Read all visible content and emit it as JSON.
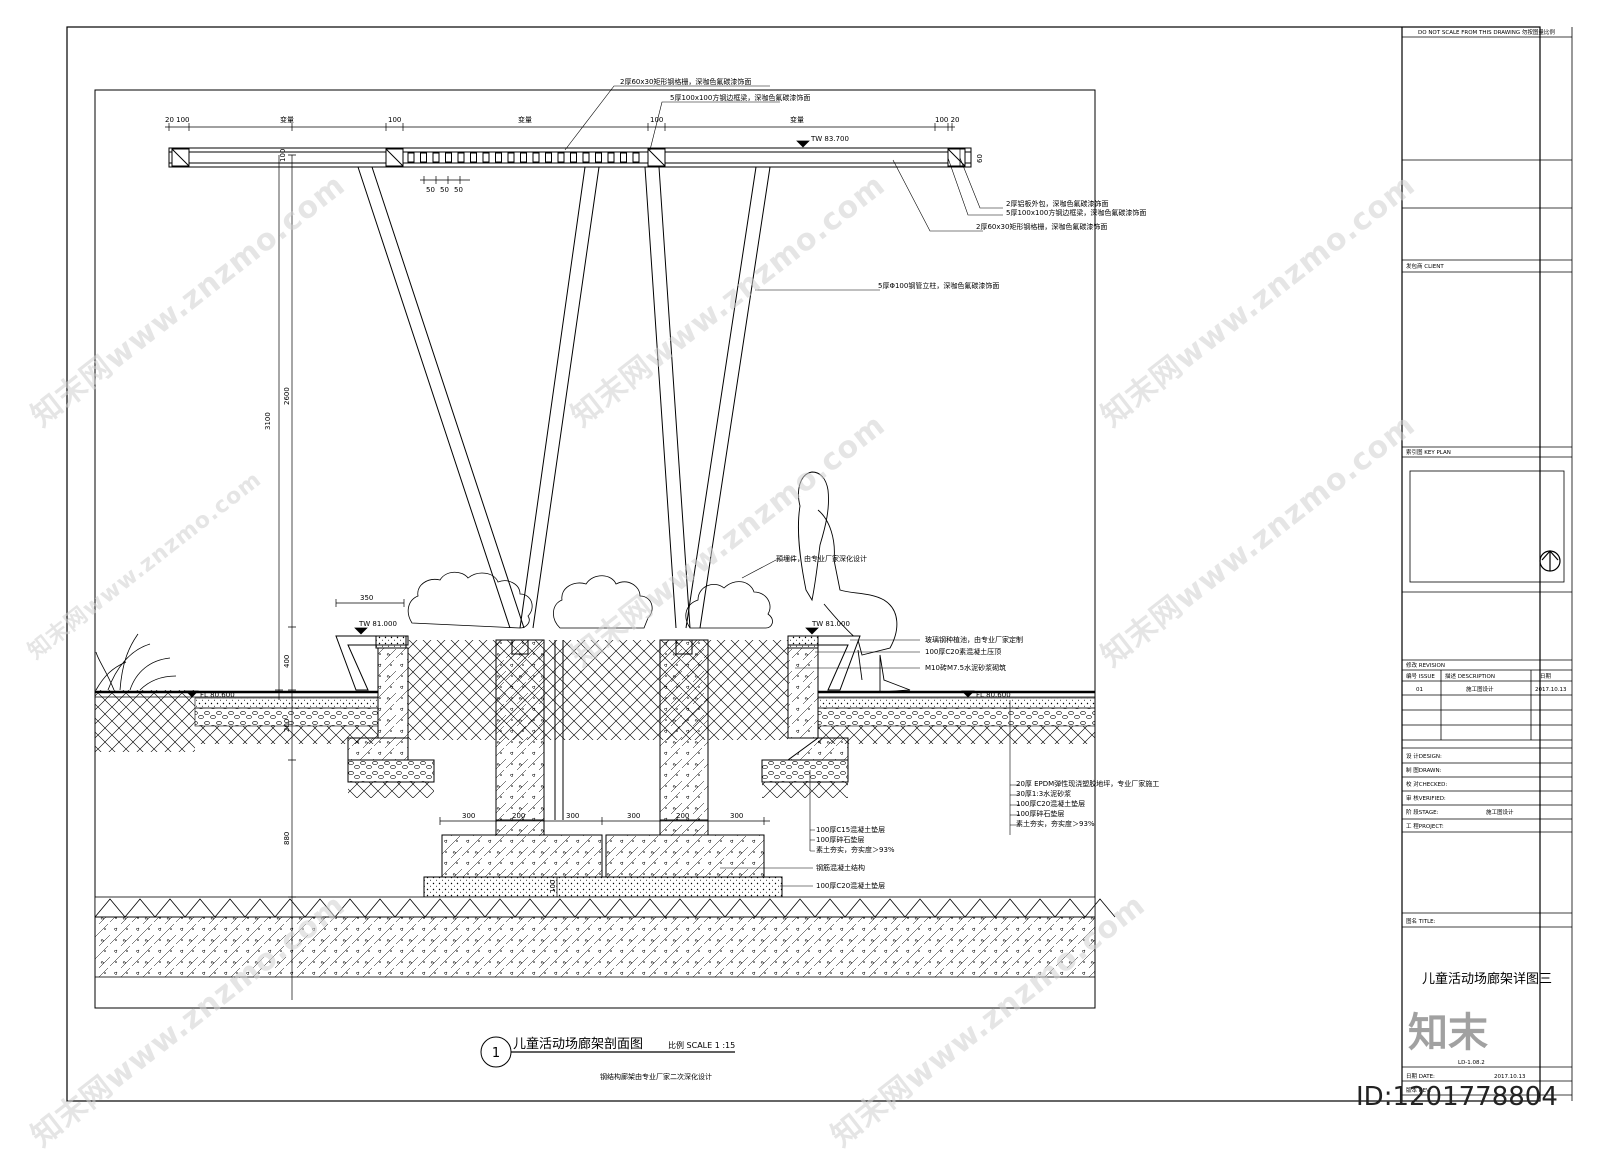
{
  "title_block": {
    "note": "DO NOT SCALE FROM THIS DRAWING 勿按图量比例",
    "client_label": "发包商 CLIENT",
    "key_plan_label": "索引图 KEY PLAN",
    "revision_label": "修改 REVISION",
    "rev_no_label": "编号 ISSUE",
    "description_label": "描述 DESCRIPTION",
    "date_label": "日期",
    "rev_no": "01",
    "rev_desc": "施工图设计",
    "rev_date": "2017.10.13",
    "design_label": "设 计DESIGN:",
    "drawn_label": "制 图DRAWN:",
    "checked_label": "校 对CHECKED:",
    "verified_label": "审 核VERIFIED:",
    "stage_label": "阶 段STAGE:",
    "stage_value": "施工图设计",
    "project_label": "工 程PROJECT:",
    "drawing_title_label": "图名 TITLE:",
    "drawing_title": "儿童活动场廊架详图三",
    "drawing_no": "LD-1.08.2",
    "date_row_label": "日期 DATE:",
    "date_row_value": "2017.10.13",
    "revision_row_label": "版本 REV:"
  },
  "section": {
    "number": "1",
    "title": "儿童活动场廊架剖面图",
    "scale": "比例 SCALE 1 :15",
    "subnote": "钢结构廊架由专业厂家二次深化设计"
  },
  "dims": {
    "d_20_100_left": "20 100",
    "d_bianliang_1": "变量",
    "d_100_a": "100",
    "d_bianliang_2": "变量",
    "d_100_b": "100",
    "d_bianliang_3": "变量",
    "d_100_20_right": "100 20",
    "d_100_v": "100",
    "d_60_v": "60",
    "d_50_a": "50",
    "d_50_b": "50",
    "d_50_c": "50",
    "d_3100": "3100",
    "d_2600": "2600",
    "d_400": "400",
    "d_200": "200",
    "d_880": "880",
    "d_350": "350",
    "d_300_a": "300",
    "d_200_a": "200",
    "d_300_b": "300",
    "d_300_c": "300",
    "d_200_b": "200",
    "d_300_d": "300",
    "d_100_bottom": "100"
  },
  "levels": {
    "tw_top": "TW 83.700",
    "tw_left": "TW 81.000",
    "tw_right": "TW 81.000",
    "fl_left": "FL 80.600",
    "fl_right": "FL 80.600"
  },
  "callouts": {
    "c1": "2厚60x30矩形钢格栅，深咖色氟碳漆饰面",
    "c2": "5厚100x100方钢边框梁，深咖色氟碳漆饰面",
    "c3": "2厚铝板外包，深咖色氟碳漆饰面",
    "c4": "5厚100x100方钢边框梁，深咖色氟碳漆饰面",
    "c5": "2厚60x30矩形钢格栅，深咖色氟碳漆饰面",
    "c6": "5厚Φ100钢管立柱，深咖色氟碳漆饰面",
    "c7": "预埋件，由专业厂家深化设计",
    "c8": "玻璃钢种植池，由专业厂家定制",
    "c9": "100厚C20素混凝土压顶",
    "c10": "M10砖M7.5水泥砂浆砌筑",
    "c11": "20厚 EPDM弹性现浇塑胶地坪，专业厂家施工",
    "c12": "30厚1:3水泥砂浆",
    "c13": "100厚C20混凝土垫层",
    "c14": "100厚碎石垫层",
    "c15": "素土夯实，夯实度＞93%",
    "c16": "100厚C15混凝土垫层",
    "c17": "100厚碎石垫层",
    "c18": "素土夯实，夯实度＞93%",
    "c19": "钢筋混凝土结构",
    "c20": "100厚C20混凝土垫层"
  },
  "watermark": {
    "text": "知末网www.znzmo.com",
    "logo": "知末",
    "id": "ID:1201778804"
  }
}
